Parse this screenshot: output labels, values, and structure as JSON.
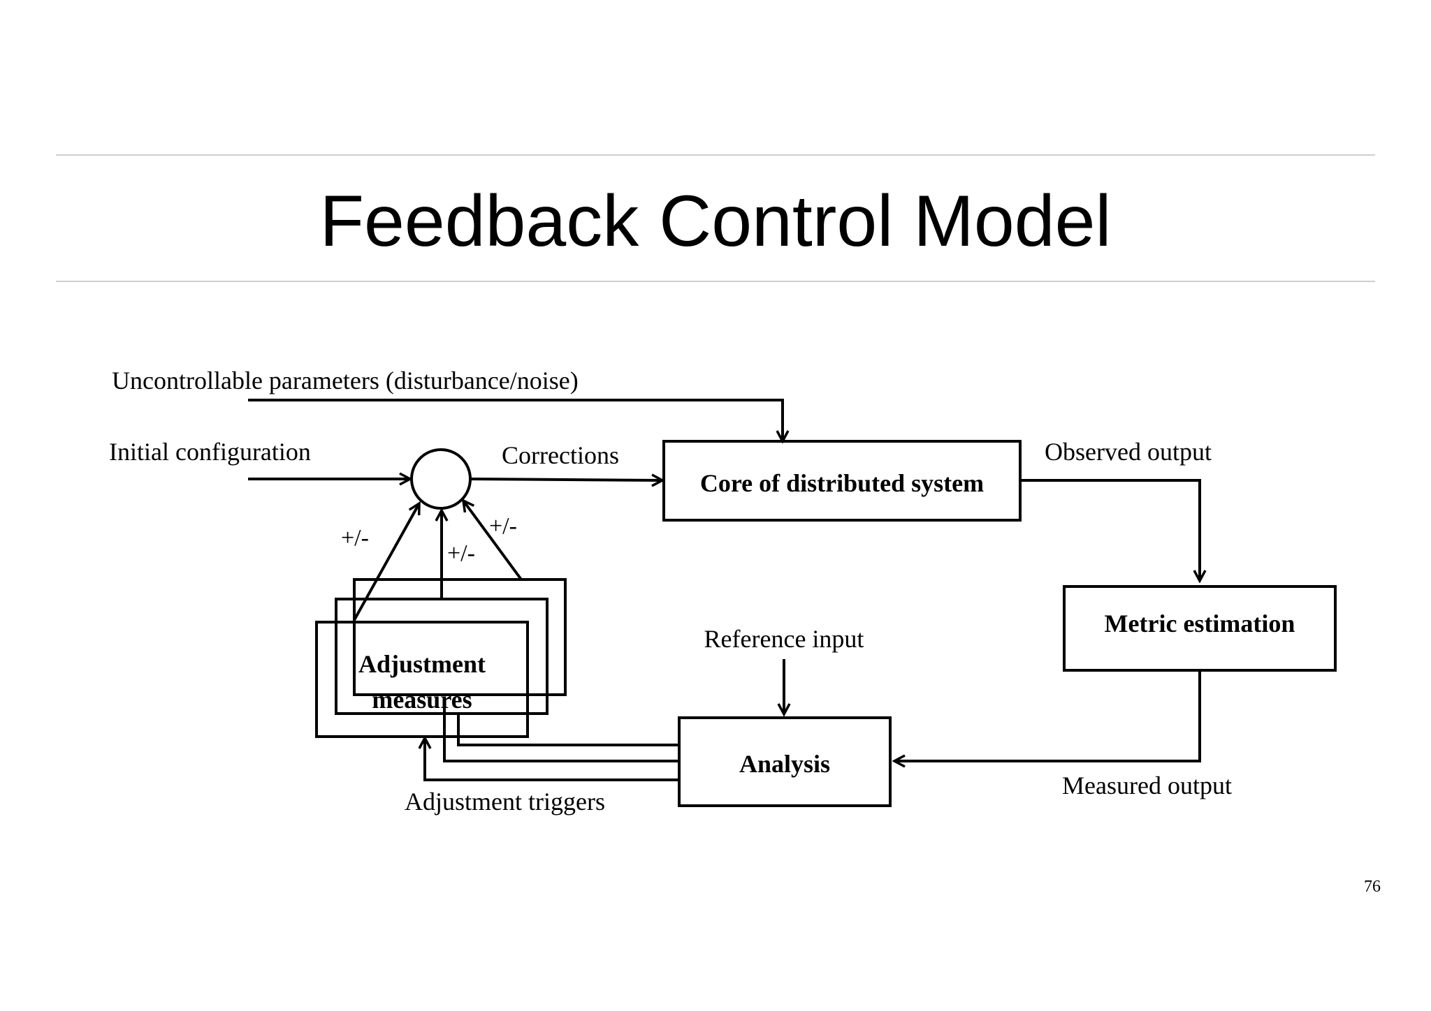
{
  "title": "Feedback Control Model",
  "page_number": "76",
  "labels": {
    "uncontrollable": "Uncontrollable parameters (disturbance/noise)",
    "initial_config": "Initial configuration",
    "corrections": "Corrections",
    "observed_output": "Observed output",
    "reference_input": "Reference input",
    "measured_output": "Measured output",
    "adjustment_triggers": "Adjustment triggers",
    "sign_left": "+/-",
    "sign_mid": "+/-",
    "sign_right": "+/-"
  },
  "boxes": {
    "core": "Core of distributed system",
    "metric": "Metric estimation",
    "analysis": "Analysis",
    "adjustment_line1": "Adjustment",
    "adjustment_line2": "measures"
  }
}
